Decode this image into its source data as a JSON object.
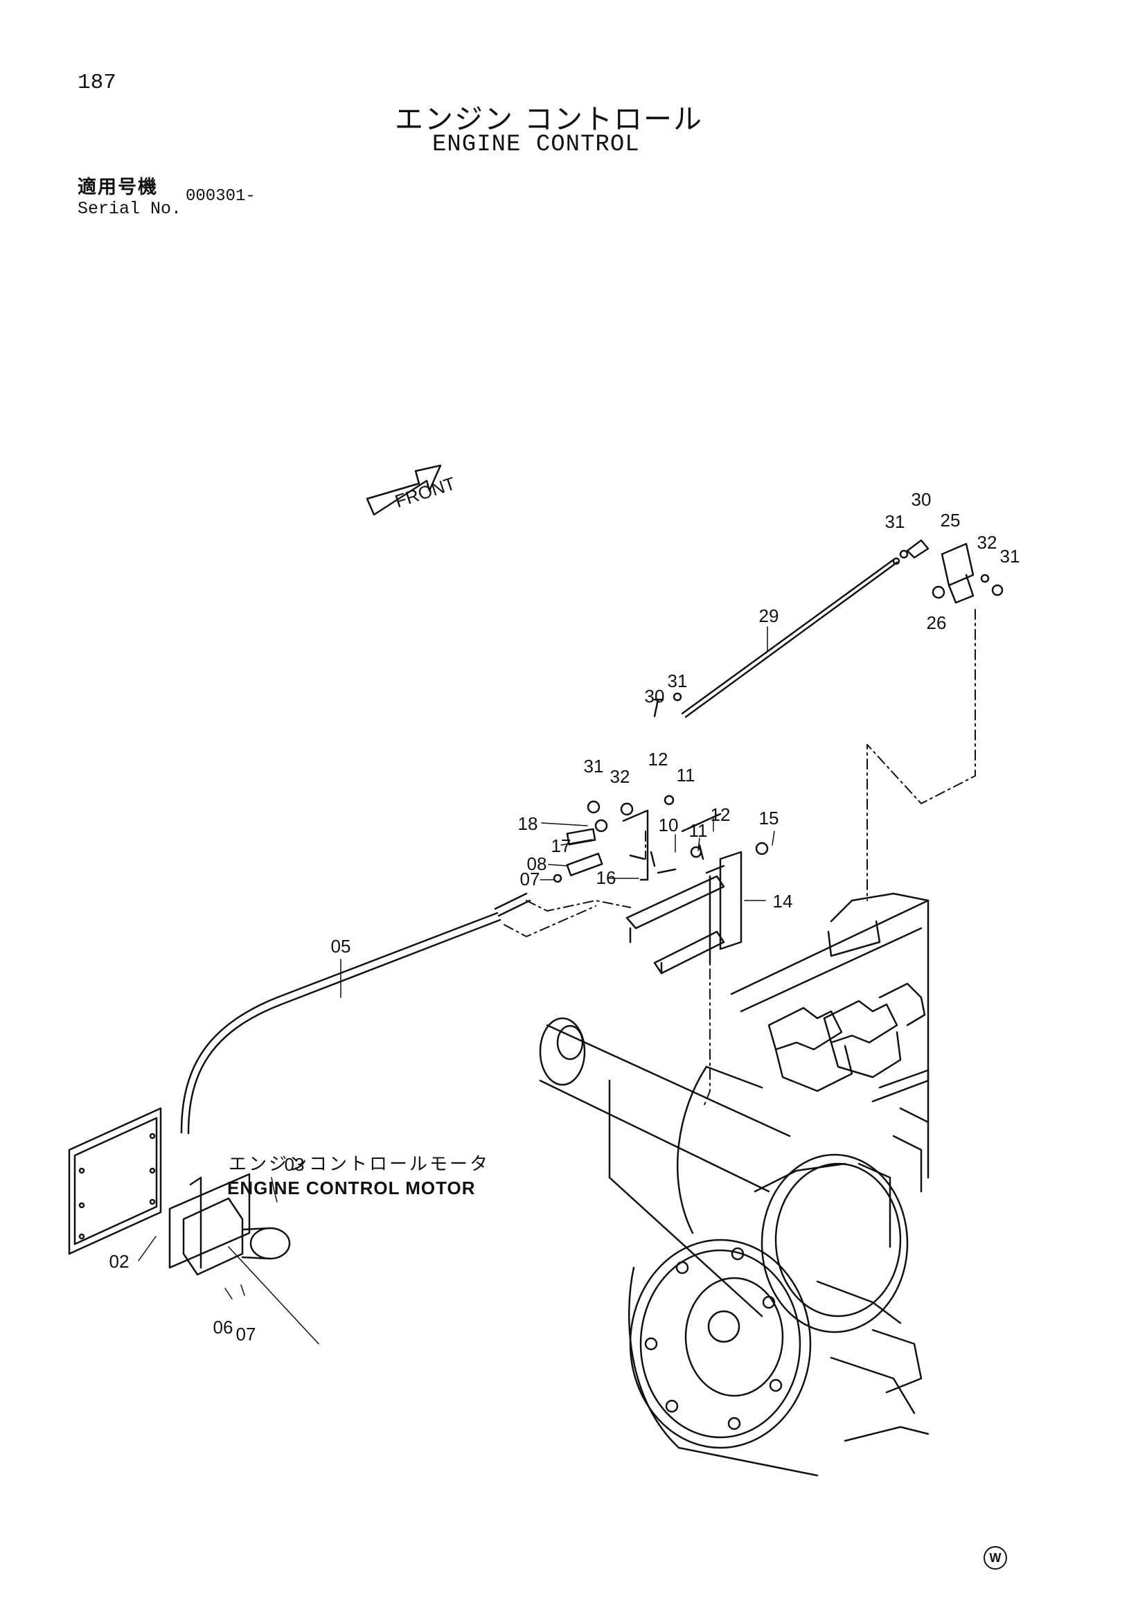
{
  "page": {
    "number": "187",
    "title_jp": "エンジン コントロール",
    "title_en": "ENGINE CONTROL",
    "serial_label_jp": "適用号機",
    "serial_label_en": "Serial No.",
    "serial_value": "000301-",
    "watermark": "W"
  },
  "diagram": {
    "front_label": "FRONT",
    "motor_label_jp": "エンジンコントロールモータ",
    "motor_label_en": "ENGINE CONTROL MOTOR",
    "callouts": {
      "c02": "02",
      "c03": "03",
      "c05": "05",
      "c06": "06",
      "c07a": "07",
      "c07b": "07",
      "c08": "08",
      "c10": "10",
      "c11a": "11",
      "c11b": "11",
      "c12a": "12",
      "c12b": "12",
      "c14": "14",
      "c15": "15",
      "c16": "16",
      "c17": "17",
      "c18": "18",
      "c25": "25",
      "c26": "26",
      "c29": "29",
      "c30a": "30",
      "c30b": "30",
      "c31a": "31",
      "c31b": "31",
      "c31c": "31",
      "c31d": "31",
      "c32a": "32",
      "c32b": "32"
    }
  }
}
